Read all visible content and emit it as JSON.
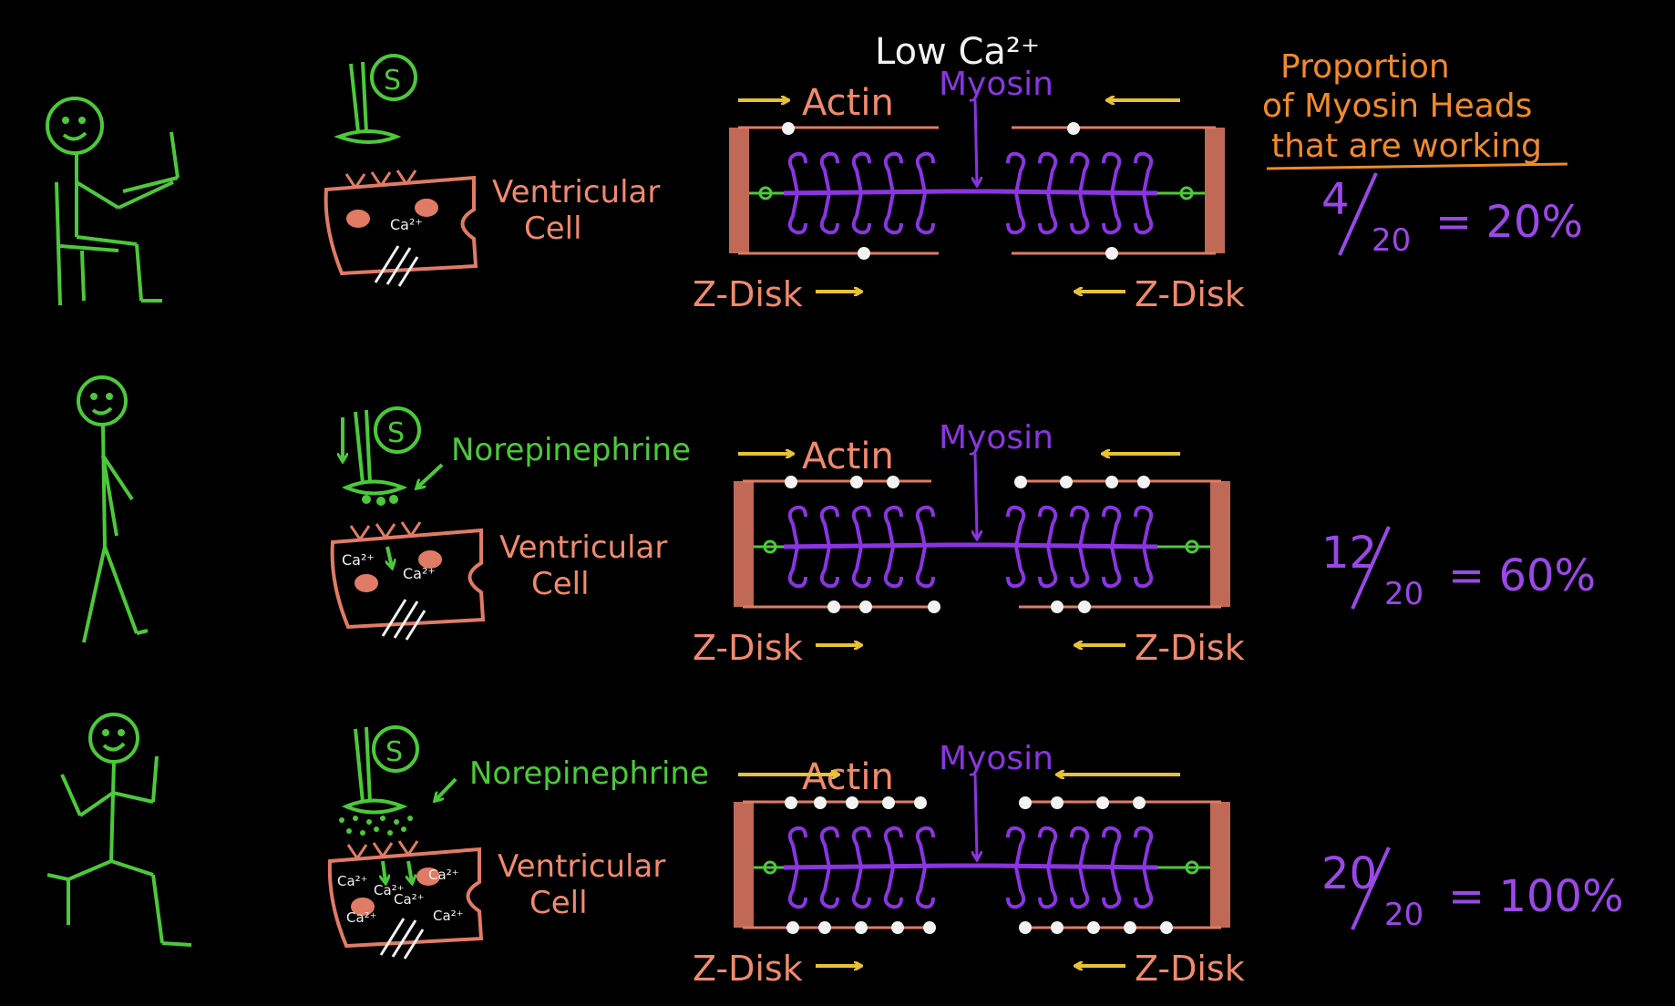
{
  "colors": {
    "background": "#000000",
    "person": "#4cc93a",
    "cell": "#e07b65",
    "label": "#f08a6e",
    "myosin": "#8a35e0",
    "arrow": "#e8c235",
    "white": "#f2f2f2",
    "proportion": "#f08a2c",
    "percent": "#9a48e6",
    "green": "#4cc93a"
  },
  "header": {
    "low_calcium": "Low Ca²⁺",
    "proportion_line1": "Proportion",
    "proportion_line2": "of Myosin Heads",
    "proportion_line3": "that are working"
  },
  "rows": [
    {
      "person_pose": "sitting-at-computer",
      "neurotransmitter": "",
      "cell_label_1": "Ventricular",
      "cell_label_2": "Cell",
      "ca_labels": [
        "Ca²⁺"
      ],
      "actin_label": "Actin",
      "myosin_label": "Myosin",
      "zdisk_left": "Z-Disk",
      "zdisk_right": "Z-Disk",
      "fraction_num": "4",
      "fraction_den": "20",
      "percent": "= 20%"
    },
    {
      "person_pose": "walking",
      "neurotransmitter": "Norepinephrine",
      "cell_label_1": "Ventricular",
      "cell_label_2": "Cell",
      "ca_labels": [
        "Ca²⁺",
        "Ca²⁺"
      ],
      "actin_label": "Actin",
      "myosin_label": "Myosin",
      "zdisk_left": "Z-Disk",
      "zdisk_right": "Z-Disk",
      "fraction_num": "12",
      "fraction_den": "20",
      "percent": "= 60%"
    },
    {
      "person_pose": "running",
      "neurotransmitter": "Norepinephrine",
      "cell_label_1": "Ventricular",
      "cell_label_2": "Cell",
      "ca_labels": [
        "Ca²⁺",
        "Ca²⁺",
        "Ca²⁺",
        "Ca²⁺",
        "Ca²⁺",
        "Ca²⁺"
      ],
      "actin_label": "Actin",
      "myosin_label": "Myosin",
      "zdisk_left": "Z-Disk",
      "zdisk_right": "Z-Disk",
      "fraction_num": "20",
      "fraction_den": "20",
      "percent": "= 100%"
    }
  ]
}
